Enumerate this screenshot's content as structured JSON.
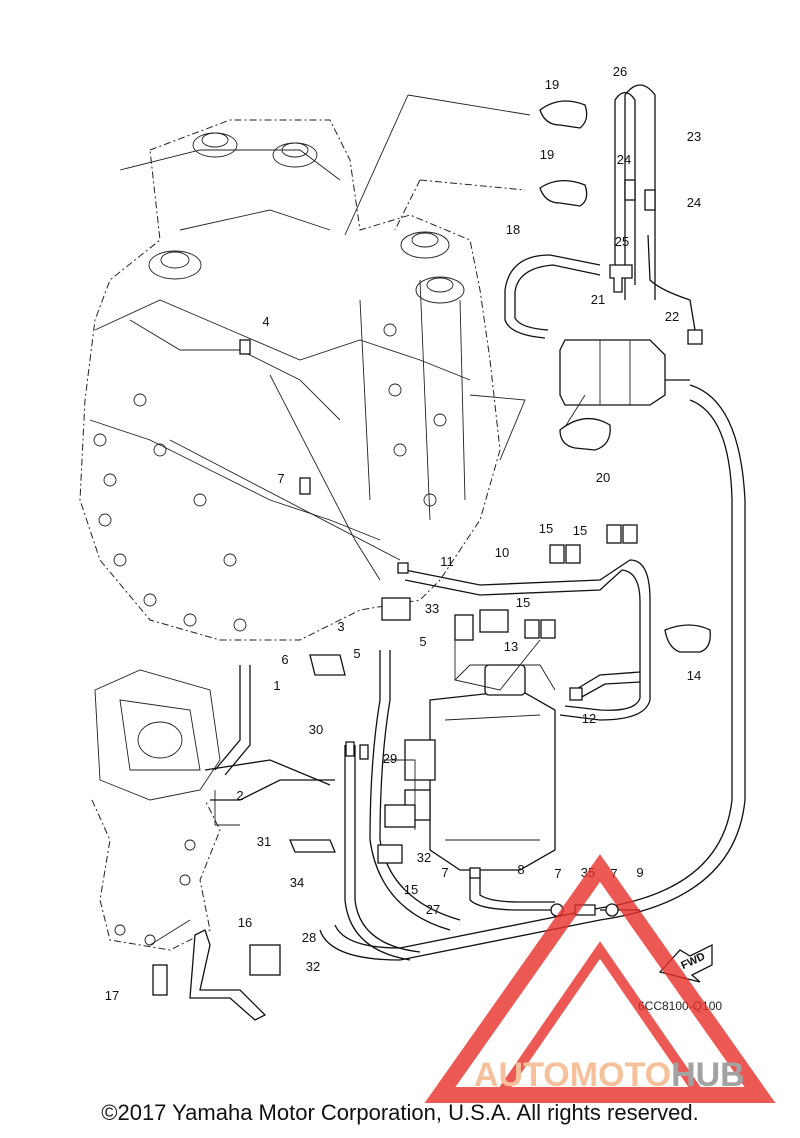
{
  "diagram": {
    "callouts": [
      "26",
      "19",
      "23",
      "19",
      "24",
      "24",
      "25",
      "18",
      "21",
      "22",
      "4",
      "20",
      "7",
      "15",
      "15",
      "11",
      "10",
      "33",
      "15",
      "3",
      "5",
      "5",
      "13",
      "6",
      "14",
      "12",
      "1",
      "30",
      "29",
      "2",
      "31",
      "32",
      "34",
      "7",
      "8",
      "7",
      "35",
      "7",
      "9",
      "15",
      "16",
      "28",
      "27",
      "32",
      "17"
    ],
    "fwd_label": "FWD",
    "part_code": "6CC8100-Q100"
  },
  "watermark": {
    "text_left": "AUTOMOTO",
    "text_right": "HUB",
    "color_left": "#f4b183",
    "color_right": "#8c8c8c",
    "triangle_color": "#e8302a"
  },
  "footer": {
    "copyright": "©2017 Yamaha Motor Corporation, U.S.A. All rights reserved."
  }
}
